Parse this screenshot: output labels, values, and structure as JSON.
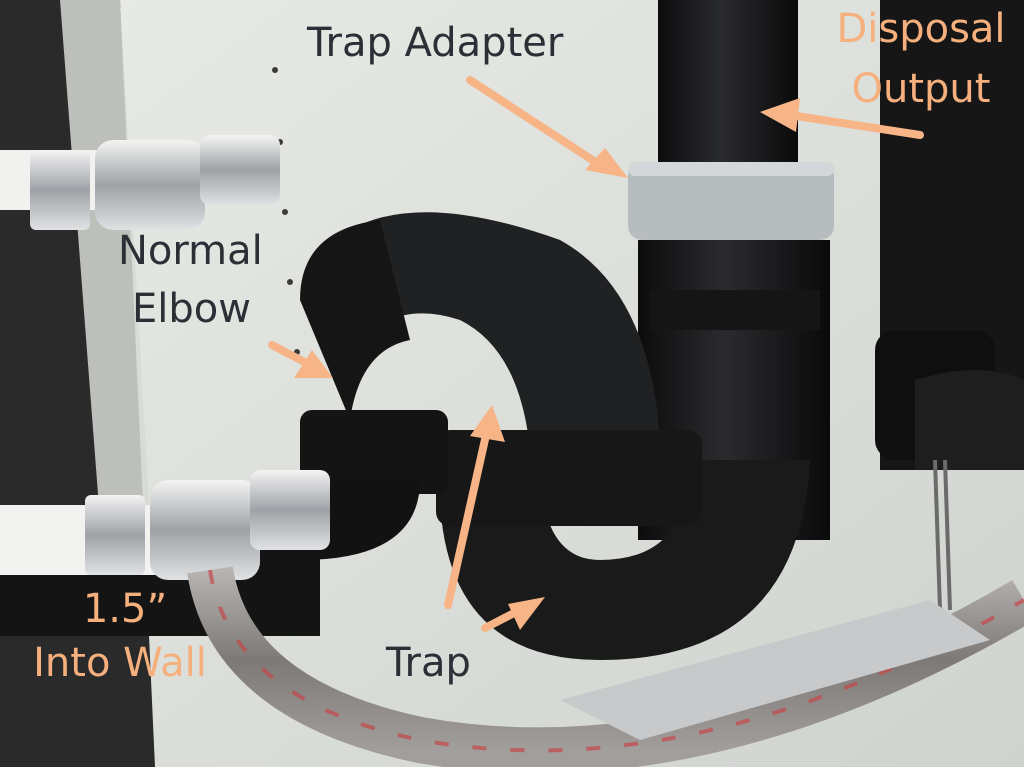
{
  "colors": {
    "label_dark": "#2b2f36",
    "label_orange": "#f5b07e",
    "arrow_orange": "#f7b486"
  },
  "labels": {
    "trap_adapter": "Trap Adapter",
    "disposal_output_line1": "Disposal",
    "disposal_output_line2": "Output",
    "normal_elbow_line1": "Normal",
    "normal_elbow_line2": "Elbow",
    "wall_line1": "1.5”",
    "wall_line2": "Into Wall",
    "trap": "Trap"
  }
}
